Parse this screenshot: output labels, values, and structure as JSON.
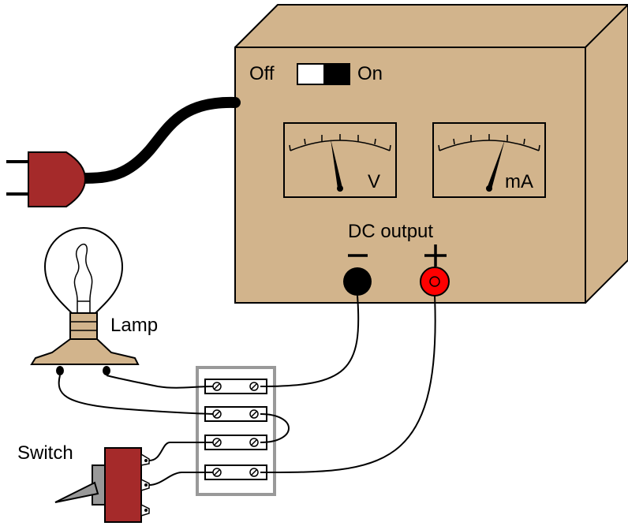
{
  "power_supply": {
    "switch_off_label": "Off",
    "switch_on_label": "On",
    "switch_state": "on",
    "voltmeter_unit": "V",
    "ammeter_unit": "mA",
    "output_label": "DC output",
    "negative_terminal_symbol": "−",
    "positive_terminal_symbol": "+"
  },
  "lamp": {
    "label": "Lamp"
  },
  "switch": {
    "label": "Switch"
  },
  "terminal_block": {
    "terminal_count": 4
  },
  "colors": {
    "housing": "#d2b48c",
    "plug": "#a52a2a",
    "positive_terminal": "#ff0000",
    "negative_terminal": "#000000",
    "toggle_switch": "#a52a2a",
    "terminal_block_frame": "#999999"
  }
}
